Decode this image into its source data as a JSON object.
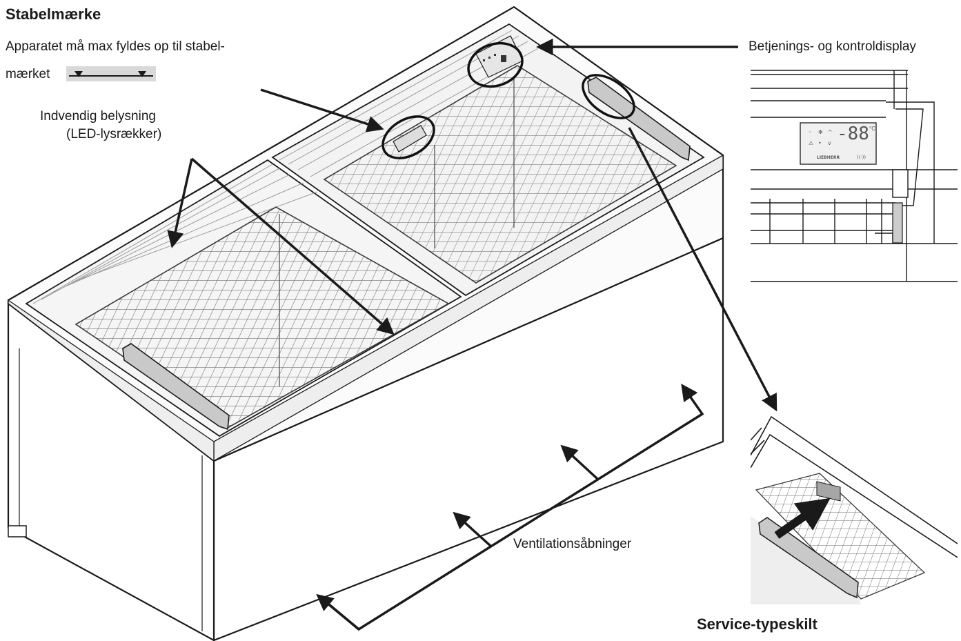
{
  "labels": {
    "stack_title": "Stabelmærke",
    "stack_line1": "Apparatet må max fyldes op til stabel-",
    "stack_line2": "mærket",
    "lighting_line1": "Indvendig belysning",
    "lighting_line2": "(LED-lysrækker)",
    "display_label": "Betjenings- og kontroldisplay",
    "vent_label": "Ventilationsåbninger",
    "service_title": "Service-typeskilt"
  },
  "display_readout": "-88",
  "display_unit": "°C",
  "colors": {
    "line": "#1a1a1a",
    "panel": "#f2f2f2",
    "shade": "#d9d9d9",
    "accent_gray": "#a6a6a6"
  }
}
